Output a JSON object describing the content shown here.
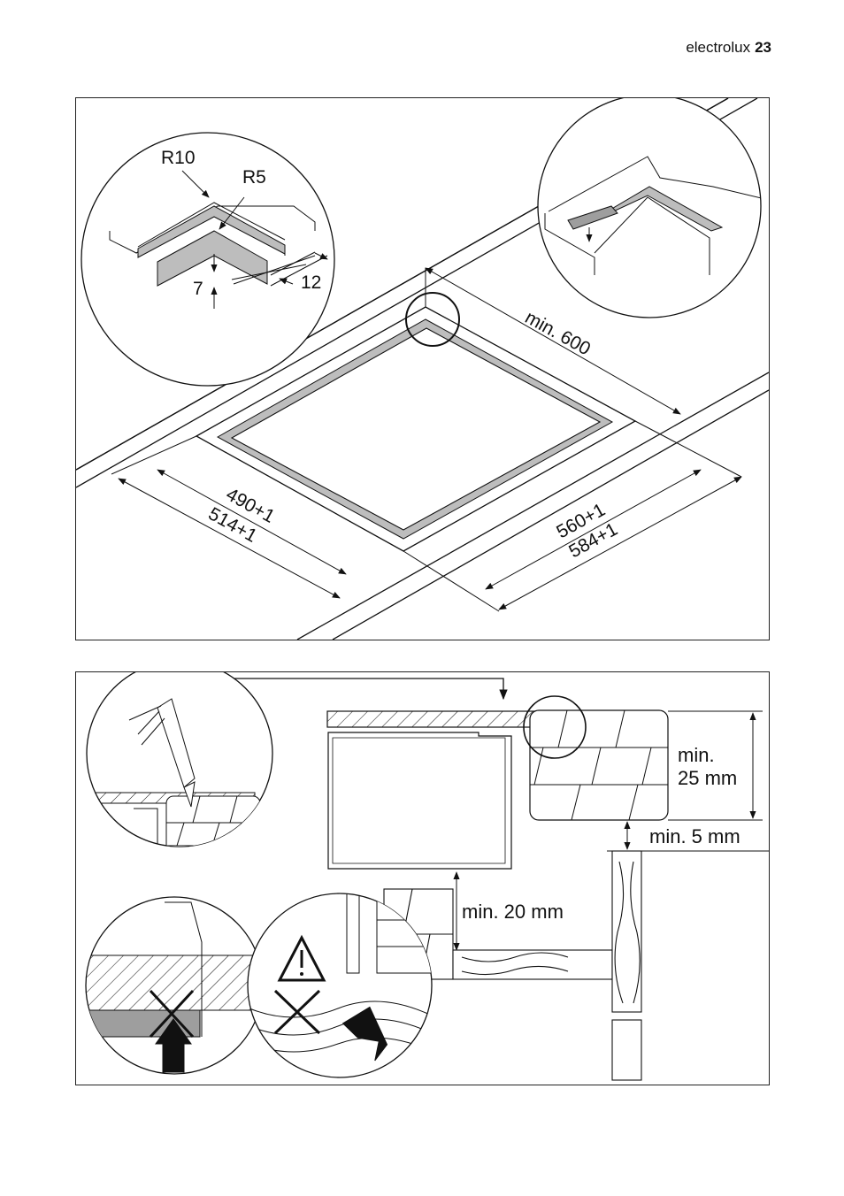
{
  "header": {
    "brand": "electrolux",
    "page_number": "23"
  },
  "figure1": {
    "labels": {
      "r10": "R10",
      "r5": "R5",
      "dim7": "7",
      "dim12": "12",
      "min600": "min. 600",
      "w490": "490+1",
      "w514": "514+1",
      "d560": "560+1",
      "d584": "584+1"
    }
  },
  "figure2": {
    "labels": {
      "min25_line1": "min.",
      "min25_line2": "25 mm",
      "min5": "min. 5 mm",
      "min20": "min. 20 mm"
    }
  }
}
